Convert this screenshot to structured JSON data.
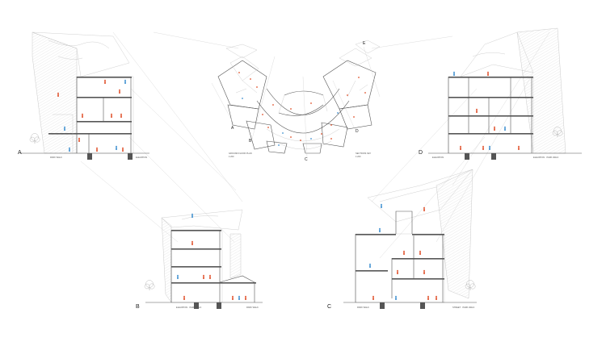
{
  "sections": [
    {
      "id": "A",
      "label": "A",
      "level_left": "PARK WALK",
      "level_right": "ELEVATION"
    },
    {
      "id": "B",
      "label": "B",
      "level_left": "ELEVATION · PARK WALK",
      "level_right": "PARK WALK"
    },
    {
      "id": "C",
      "label": "C",
      "level_left": "PARK WALK",
      "level_right": "STREET · PARK WALK"
    },
    {
      "id": "D",
      "label": "D",
      "level_left": "ELEVATION",
      "level_right": "ELEVATION · PARK WALK"
    }
  ],
  "plan": {
    "markers": [
      "A",
      "B",
      "C",
      "D",
      "E"
    ],
    "title_left": "GROUND FLOOR PLAN",
    "scale_left": "1:200",
    "title_right": "SECTIONS KEY",
    "scale_right": "1:200"
  },
  "colors": {
    "people_red": "#e0502a",
    "people_blue": "#3d8fd0",
    "line": "#555555",
    "hatch": "#cccccc"
  }
}
